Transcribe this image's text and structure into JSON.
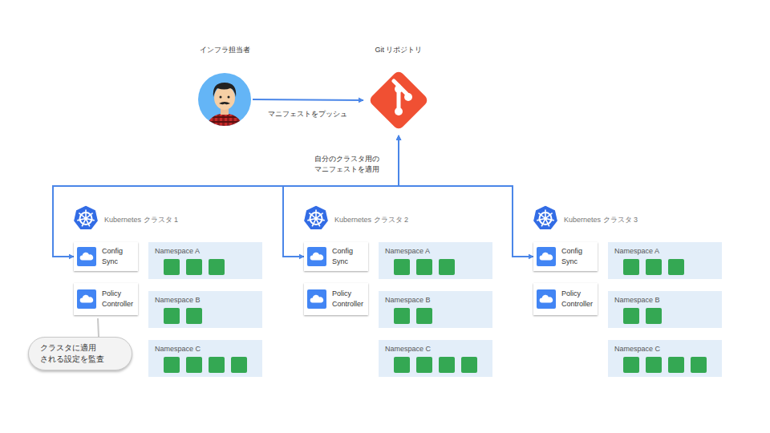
{
  "diagram": {
    "nodes": [
      {
        "text": [
          "インフラ担当者"
        ]
      },
      {
        "text": [
          "Git リポジトリ"
        ]
      },
      {
        "text": [
          "Kubernetes クラスタ 1"
        ]
      },
      {
        "text": [
          "Config Sync"
        ],
        "in": 2
      },
      {
        "text": [
          "Policy Controller"
        ],
        "in": 2
      },
      {
        "text": [
          "Namespace A"
        ],
        "in": 2
      },
      {
        "text": [
          "Namespace B"
        ],
        "in": 2
      },
      {
        "text": [
          "Namespace C"
        ],
        "in": 2
      },
      {
        "text": [
          "Kubernetes クラスタ 2"
        ]
      },
      {
        "text": [
          "Config Sync"
        ],
        "in": 8
      },
      {
        "text": [
          "Policy Controller"
        ],
        "in": 8
      },
      {
        "text": [
          "Namespace A"
        ],
        "in": 8
      },
      {
        "text": [
          "Namespace B"
        ],
        "in": 8
      },
      {
        "text": [
          "Namespace C"
        ],
        "in": 8
      },
      {
        "text": [
          "Kubernetes クラスタ 3"
        ]
      },
      {
        "text": [
          "Config Sync"
        ],
        "in": 14
      },
      {
        "text": [
          "Policy Controller"
        ],
        "in": 14
      },
      {
        "text": [
          "Namespace A"
        ],
        "in": 14
      },
      {
        "text": [
          "Namespace B"
        ],
        "in": 14
      },
      {
        "text": [
          "Namespace C"
        ],
        "in": 14
      },
      {
        "text": [
          "クラスタに適用 される設定を監査"
        ]
      }
    ],
    "edges": [
      {
        "from": 0,
        "to": 1,
        "arrow": "to",
        "label": "マニフェストをプッシュ"
      },
      {
        "from": 1,
        "to": 3,
        "arrow": "both",
        "label": "自分のクラスタ用の マニフェストを適用"
      },
      {
        "from": 1,
        "to": 9,
        "arrow": "both"
      },
      {
        "from": 1,
        "to": 15,
        "arrow": "both"
      },
      {
        "from": 20,
        "to": 4,
        "arrow": "none"
      }
    ]
  }
}
